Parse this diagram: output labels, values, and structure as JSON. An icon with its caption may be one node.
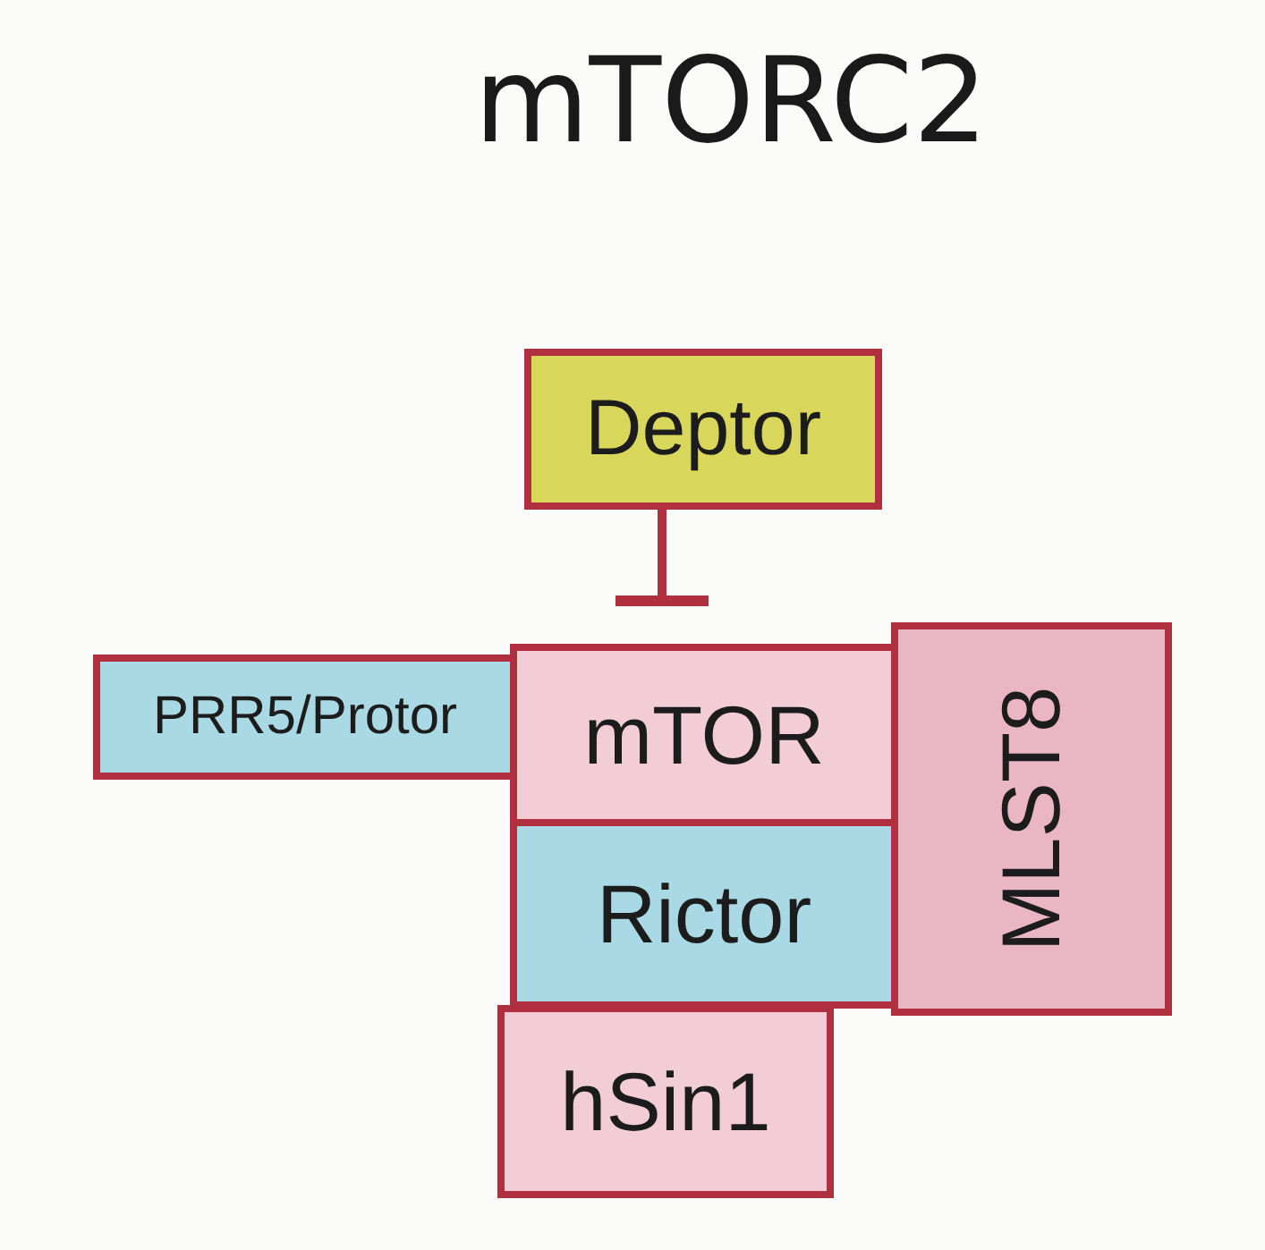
{
  "diagram": {
    "title": "mTORC2",
    "nodes": [
      {
        "text": [
          "Deptor"
        ]
      },
      {
        "text": [
          "PRR5/Protor"
        ]
      },
      {
        "text": [
          "mTOR"
        ]
      },
      {
        "text": [
          "MLST8"
        ]
      },
      {
        "text": [
          "Rictor"
        ]
      },
      {
        "text": [
          "hSin1"
        ]
      }
    ],
    "edges": [
      {
        "from": 0,
        "to": 2,
        "arrow": "other"
      }
    ]
  }
}
